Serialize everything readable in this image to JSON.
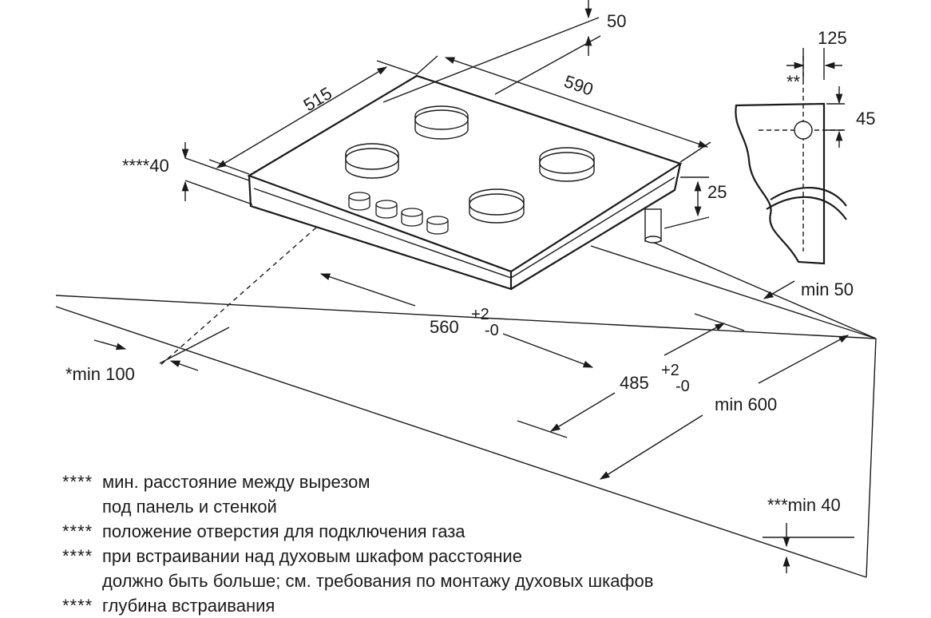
{
  "dimensions": {
    "depth": "515",
    "width": "590",
    "flange": "50",
    "min_wall_distance": "****40",
    "height": "25",
    "gas_offset": "125",
    "gas_offset_mark": "**",
    "gas_height": "45",
    "cutout_width": "560",
    "cutout_width_tol_plus": "+2",
    "cutout_width_tol_minus": "-0",
    "cutout_depth": "485",
    "cutout_depth_tol_plus": "+2",
    "cutout_depth_tol_minus": "-0",
    "min_back": "min 50",
    "min_side": "*min 100",
    "min_depth": "min 600",
    "min_front": "***min 40"
  },
  "notes": [
    {
      "mark": "****",
      "lines": [
        "мин. расстояние между вырезом",
        "под панель и стенкой"
      ]
    },
    {
      "mark": "****",
      "lines": [
        "положение отверстия для подключения газа"
      ]
    },
    {
      "mark": "****",
      "lines": [
        "при встраивании над духовым шкафом расстояние",
        "должно быть больше; см. требования по монтажу духовых шкафов"
      ]
    },
    {
      "mark": "****",
      "lines": [
        "глубина встраивания"
      ]
    }
  ]
}
